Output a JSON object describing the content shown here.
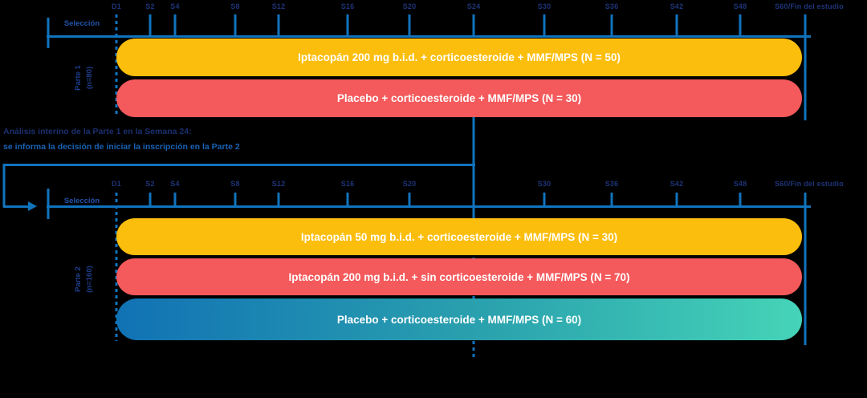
{
  "colors": {
    "background": "#000000",
    "timeline_line": "#1173BD",
    "week_label": "#1E3478",
    "screening_label": "#2253A8",
    "part_label": "#1E3E8C",
    "interim_line1": "#1B2F6E",
    "interim_line2": "#1863B5",
    "bar_text": "#FFFFFF",
    "bar_yellow": "#FCBE0C",
    "bar_red": "#F4595B",
    "bar_gradient_start": "#1172B4",
    "bar_gradient_end": "#45D4B8"
  },
  "part1": {
    "side_label_line1": "Parte 1",
    "side_label_line2": "(n=80)",
    "screening_label": "Selección",
    "timepoints": [
      "D1",
      "S2",
      "S4",
      "S8",
      "S12",
      "S16",
      "S20",
      "S24",
      "S30",
      "S36",
      "S42",
      "S48",
      "S60/Fin del estudio"
    ],
    "arms": [
      {
        "label": "Iptacopán 200 mg b.i.d. + corticoesteroide + MMF/MPS (N = 50)"
      },
      {
        "label": "Placebo + corticoesteroide + MMF/MPS (N = 30)"
      }
    ]
  },
  "interim_note": {
    "line1": "Análisis interino de la Parte 1 en la Semana 24:",
    "line2": "se informa la decisión de iniciar la inscripción en la Parte 2"
  },
  "part2": {
    "side_label_line1": "Parte 2",
    "side_label_line2": "(n=160)",
    "screening_label": "Selección",
    "timepoints": [
      "D1",
      "S2",
      "S4",
      "S8",
      "S12",
      "S16",
      "S20",
      "S30",
      "S36",
      "S42",
      "S48",
      "S60/Fin del estudio"
    ],
    "arms": [
      {
        "label": "Iptacopán 50 mg b.i.d. + corticoesteroide + MMF/MPS (N = 30)"
      },
      {
        "label": "Iptacopán 200 mg b.i.d. + sin corticoesteroide + MMF/MPS (N = 70)"
      },
      {
        "label": "Placebo + corticoesteroide + MMF/MPS (N = 60)"
      }
    ]
  }
}
